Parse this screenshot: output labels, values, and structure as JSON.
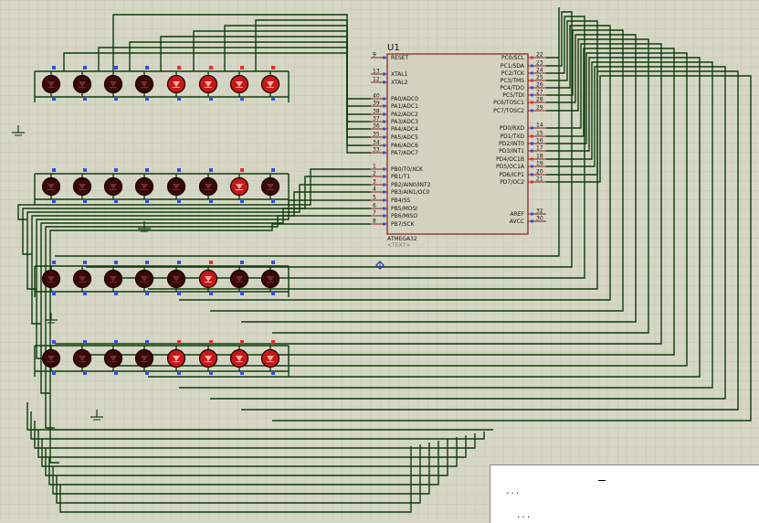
{
  "chip": {
    "designator": "U1",
    "part": "ATMEGA32",
    "text_placeholder": "<TEXT>",
    "left_pins": [
      {
        "num": "9",
        "label": "RESET"
      },
      {
        "num": "13",
        "label": "XTAL1"
      },
      {
        "num": "12",
        "label": "XTAL2"
      },
      {
        "num": "40",
        "label": "PA0/ADC0"
      },
      {
        "num": "39",
        "label": "PA1/ADC1"
      },
      {
        "num": "38",
        "label": "PA2/ADC2"
      },
      {
        "num": "37",
        "label": "PA3/ADC3"
      },
      {
        "num": "36",
        "label": "PA4/ADC4"
      },
      {
        "num": "35",
        "label": "PA5/ADC5"
      },
      {
        "num": "34",
        "label": "PA6/ADC6"
      },
      {
        "num": "33",
        "label": "PA7/ADC7"
      },
      {
        "num": "1",
        "label": "PB0/T0/XCK"
      },
      {
        "num": "2",
        "label": "PB1/T1"
      },
      {
        "num": "3",
        "label": "PB2/AIN0/INT2"
      },
      {
        "num": "4",
        "label": "PB3/AIN1/OC0"
      },
      {
        "num": "5",
        "label": "PB4/SS"
      },
      {
        "num": "6",
        "label": "PB5/MOSI"
      },
      {
        "num": "7",
        "label": "PB6/MISO"
      },
      {
        "num": "8",
        "label": "PB7/SCK"
      }
    ],
    "right_pins": [
      {
        "num": "22",
        "label": "PC0/SCL"
      },
      {
        "num": "23",
        "label": "PC1/SDA"
      },
      {
        "num": "24",
        "label": "PC2/TCK"
      },
      {
        "num": "25",
        "label": "PC3/TMS"
      },
      {
        "num": "26",
        "label": "PC4/TDO"
      },
      {
        "num": "27",
        "label": "PC5/TDI"
      },
      {
        "num": "28",
        "label": "PC6/TOSC1"
      },
      {
        "num": "29",
        "label": "PC7/TOSC2"
      },
      {
        "num": "14",
        "label": "PD0/RXD"
      },
      {
        "num": "15",
        "label": "PD1/TXD"
      },
      {
        "num": "16",
        "label": "PD2/INT0"
      },
      {
        "num": "17",
        "label": "PD3/INT1"
      },
      {
        "num": "18",
        "label": "PD4/OC1B"
      },
      {
        "num": "19",
        "label": "PD5/OC1A"
      },
      {
        "num": "20",
        "label": "PD6/ICP1"
      },
      {
        "num": "21",
        "label": "PD7/OC2"
      },
      {
        "num": "32",
        "label": "AREF"
      },
      {
        "num": "30",
        "label": "AVCC"
      }
    ]
  },
  "led_matrix": {
    "rows": 4,
    "columns": 8,
    "lit": [
      [
        false,
        false,
        false,
        false,
        true,
        true,
        true,
        true
      ],
      [
        false,
        false,
        false,
        false,
        false,
        false,
        true,
        false
      ],
      [
        false,
        false,
        false,
        false,
        false,
        true,
        false,
        false
      ],
      [
        false,
        false,
        false,
        false,
        true,
        true,
        true,
        true
      ]
    ]
  },
  "colors": {
    "background": "#d6d6c4",
    "grid": "#c2c2ae",
    "wire": "#0d3d0d",
    "chip_body": "#d2d2be",
    "chip_border": "#8b1a1a",
    "led_off": "#3a0808",
    "led_on": "#c81818",
    "pin_high": "#e03030",
    "pin_low": "#3050e0"
  },
  "popup": {
    "dots_1": "...",
    "dots_2": "..."
  }
}
